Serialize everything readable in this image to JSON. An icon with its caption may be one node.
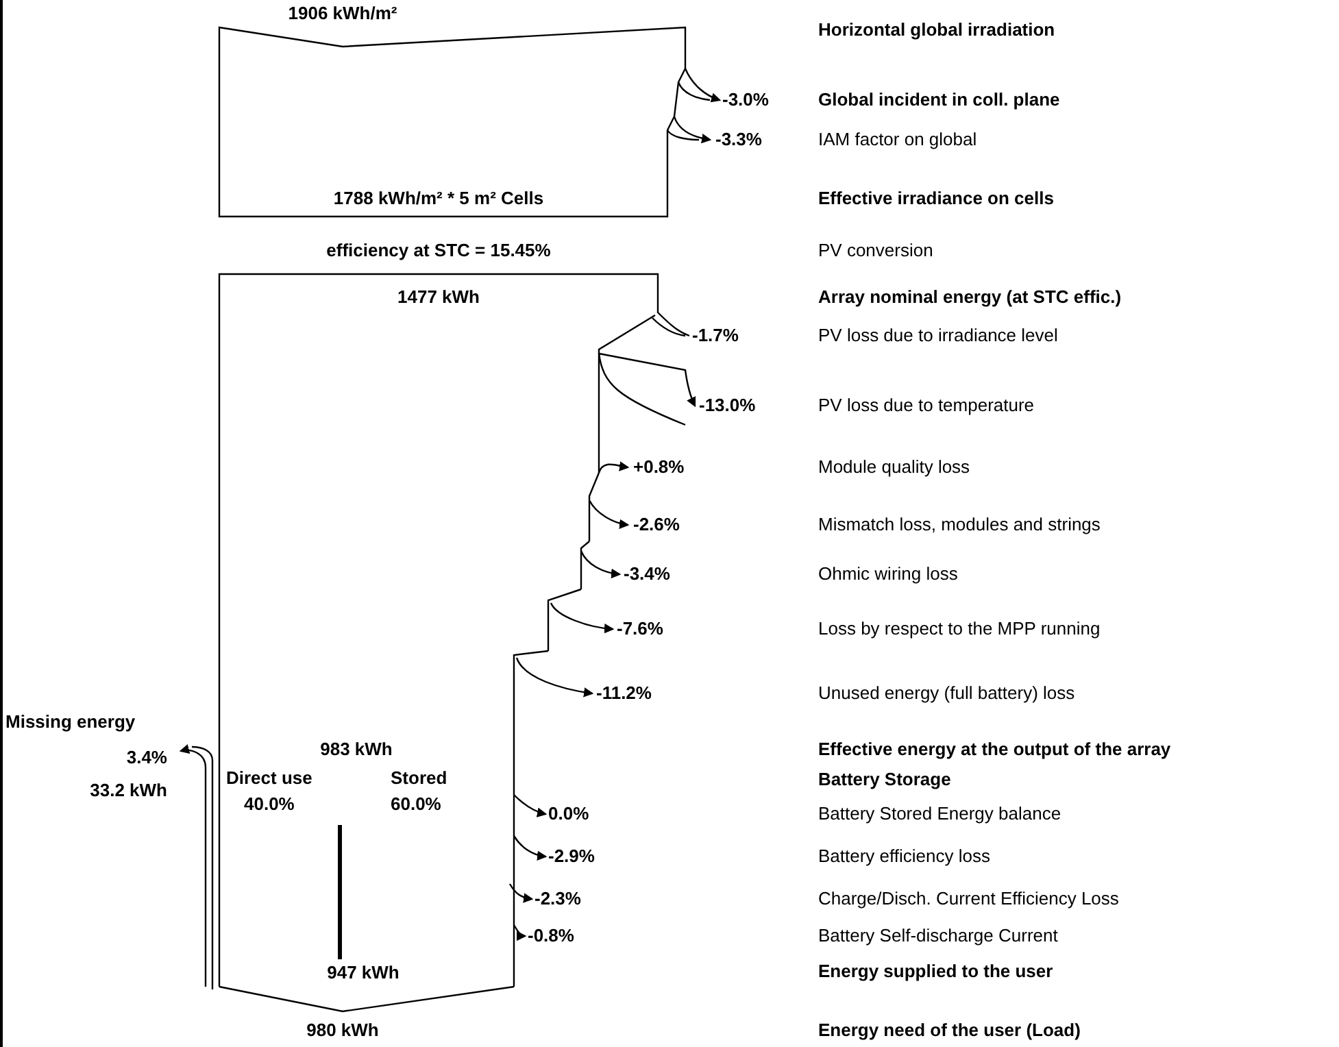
{
  "diagram": {
    "labels": [
      "1906 kWh/m²",
      "Horizontal global irradiation",
      "-3.0%",
      "Global incident in coll. plane",
      "-3.3%",
      "IAM factor on global",
      "1788 kWh/m² * 5 m² Cells",
      "Effective irradiance on cells",
      "efficiency at STC = 15.45%",
      "PV conversion",
      "1477 kWh",
      "Array nominal energy (at STC effic.)",
      "-1.7%",
      "PV loss due to irradiance level",
      "-13.0%",
      "PV loss due to temperature",
      "+0.8%",
      "Module quality loss",
      "-2.6%",
      "Mismatch loss, modules and strings",
      "-3.4%",
      "Ohmic wiring loss",
      "-7.6%",
      "Loss by respect to the MPP running",
      "-11.2%",
      "Unused energy (full battery) loss",
      "Missing energy",
      "3.4%",
      "983 kWh",
      "Effective energy at the output of the array",
      "Direct use",
      "Stored",
      "Battery Storage",
      "33.2 kWh",
      "40.0%",
      "60.0%",
      "0.0%",
      "Battery Stored Energy balance",
      "-2.9%",
      "Battery efficiency loss",
      "-2.3%",
      "Charge/Disch. Current Efficiency Loss",
      "-0.8%",
      "Battery Self-discharge Current",
      "947 kWh",
      "Energy supplied to the user",
      "980 kWh",
      "Energy need of the user (Load)"
    ]
  }
}
